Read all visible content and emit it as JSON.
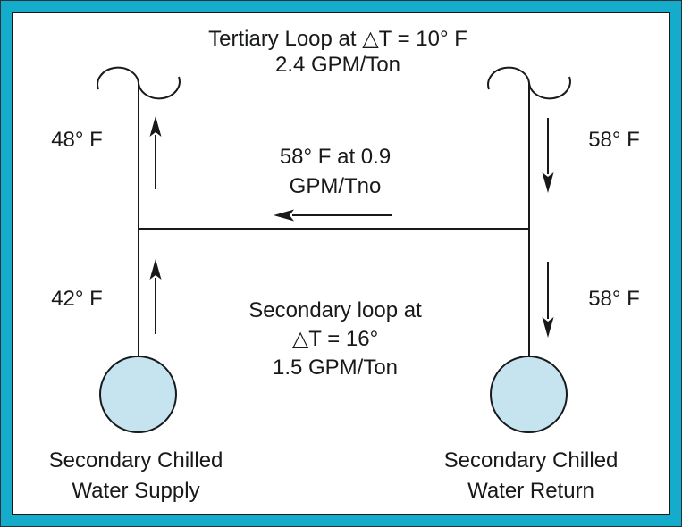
{
  "labels": {
    "tertiary_line1": "Tertiary Loop at △T = 10° F",
    "tertiary_line2": "2.4 GPM/Ton",
    "temp_48": "48° F",
    "temp_58_top": "58° F",
    "crossover_line1": "58° F at 0.9",
    "crossover_line2": "GPM/Tno",
    "temp_42": "42° F",
    "temp_58_bottom": "58° F",
    "secondary_line1": "Secondary loop at",
    "secondary_line2": "△T = 16°",
    "secondary_line3": "1.5 GPM/Ton",
    "supply_line1": "Secondary Chilled",
    "supply_line2": "Water Supply",
    "return_line1": "Secondary Chilled",
    "return_line2": "Water Return"
  },
  "colors": {
    "frame_teal": "#15abca",
    "circle_fill": "#c5e4f0",
    "line": "#17191b"
  },
  "shapes": {
    "pump_circles": 2,
    "pipe_break_symbols": 2,
    "flow_arrows": [
      "up",
      "up",
      "down",
      "down",
      "left"
    ]
  }
}
